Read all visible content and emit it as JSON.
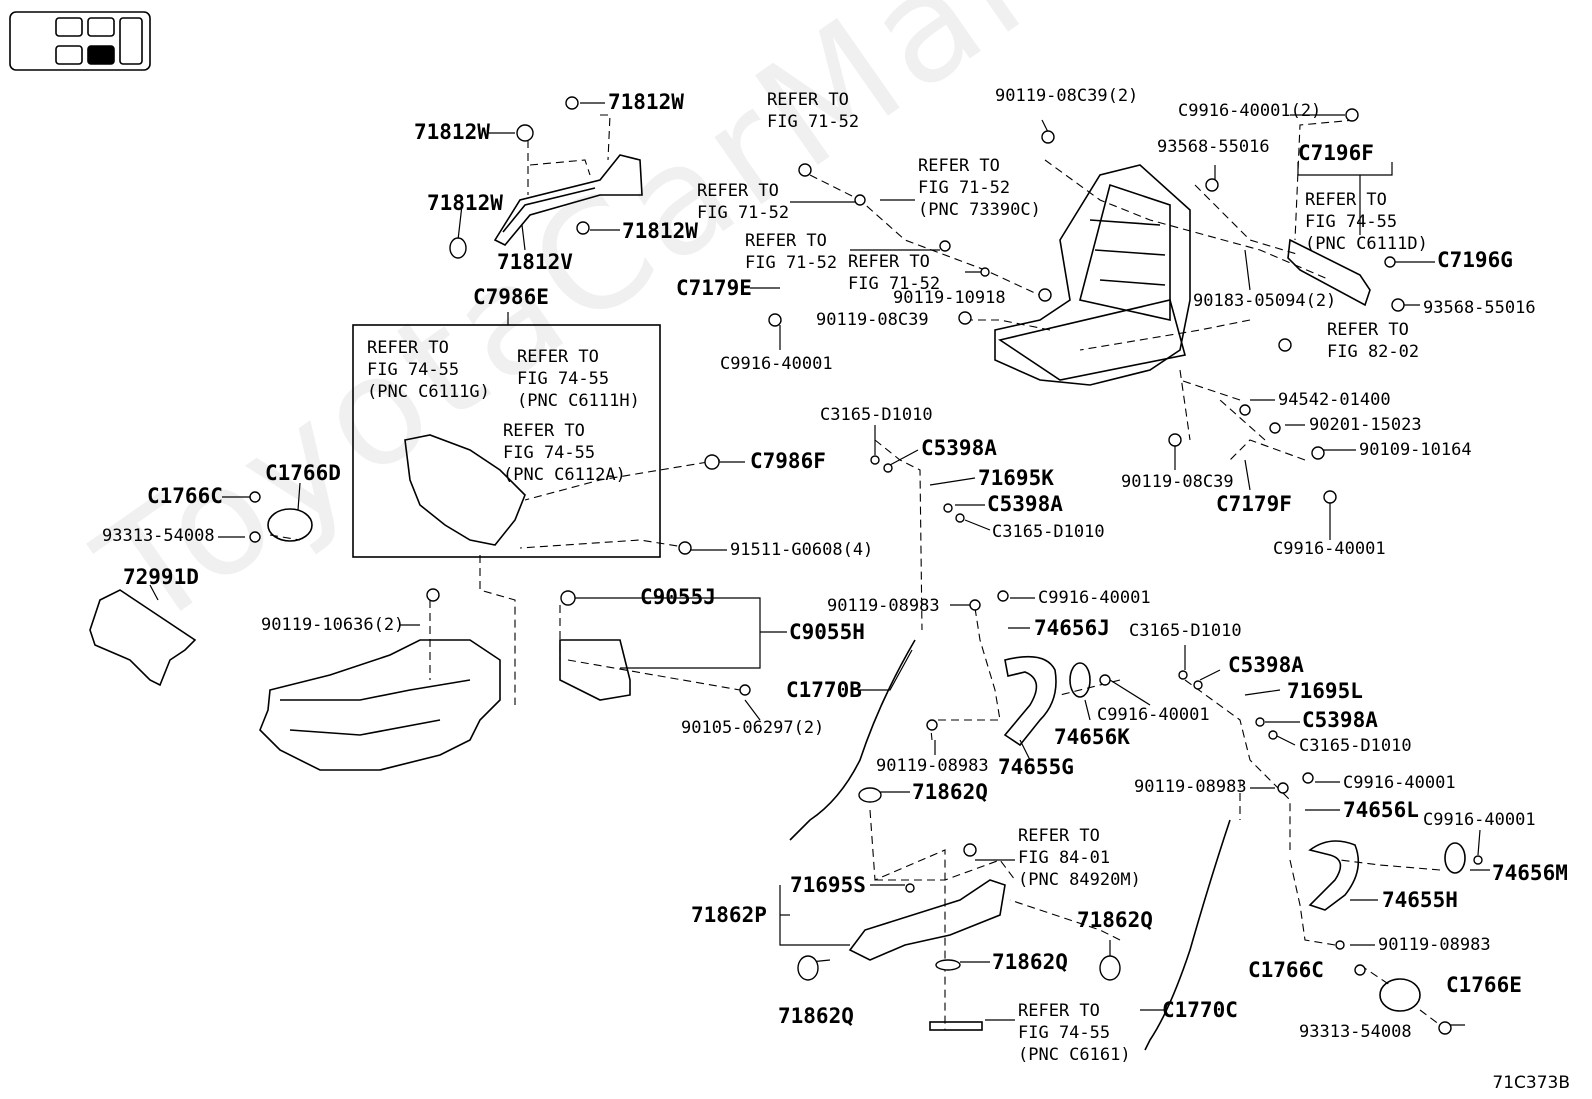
{
  "watermark": "ToyotaCarMart.ru",
  "figure_code": "71C373B",
  "labels": {
    "l71812W_a": "71812W",
    "l71812W_b": "71812W",
    "l71812W_c": "71812W",
    "l71812W_d": "71812W",
    "l71812V": "71812V",
    "lC7986E": "C7986E",
    "lC7986F": "C7986F",
    "lC1766C_a": "C1766C",
    "lC1766D": "C1766D",
    "l93313_a": "93313-54008",
    "l72991D": "72991D",
    "l91511": "91511-G0608(4)",
    "l90119_10636": "90119-10636(2)",
    "lC9055J": "C9055J",
    "lC9055H": "C9055H",
    "l90105": "90105-06297(2)",
    "lC7179E": "C7179E",
    "lC9916_a": "C9916-40001",
    "l90119_08C39_2": "90119-08C39(2)",
    "lC9916_40001_2": "C9916-40001(2)",
    "l93568_a": "93568-55016",
    "lC7196F": "C7196F",
    "lC7196G": "C7196G",
    "l93568_b": "93568-55016",
    "l90183": "90183-05094(2)",
    "l90119_10918": "90119-10918",
    "l90119_08C39_a": "90119-08C39",
    "l94542": "94542-01400",
    "l90201": "90201-15023",
    "l90109": "90109-10164",
    "l90119_08C39_b": "90119-08C39",
    "lC7179F": "C7179F",
    "lC9916_b": "C9916-40001",
    "lC3165_a": "C3165-D1010",
    "lC5398A_a": "C5398A",
    "l71695K": "71695K",
    "lC5398A_b": "C5398A",
    "lC3165_b": "C3165-D1010",
    "l90119_08983_a": "90119-08983",
    "lC9916_c": "C9916-40001",
    "l74656J": "74656J",
    "lC1770B": "C1770B",
    "lC9916_d": "C9916-40001",
    "l74656K": "74656K",
    "l90119_08983_b": "90119-08983",
    "l74655G": "74655G",
    "lC3165_c": "C3165-D1010",
    "lC5398A_c": "C5398A",
    "l71695L": "71695L",
    "lC5398A_d": "C5398A",
    "lC3165_d": "C3165-D1010",
    "l90119_08983_c": "90119-08983",
    "lC9916_e": "C9916-40001",
    "l74656L": "74656L",
    "lC9916_f": "C9916-40001",
    "l74656M": "74656M",
    "l74655H": "74655H",
    "l90119_08983_d": "90119-08983",
    "lC1766C_b": "C1766C",
    "lC1766E": "C1766E",
    "l93313_b": "93313-54008",
    "l71862Q_a": "71862Q",
    "l71695S": "71695S",
    "l71862P": "71862P",
    "l71862Q_b": "71862Q",
    "l71862Q_c": "71862Q",
    "l71862Q_d": "71862Q",
    "lC1770C": "C1770C"
  },
  "refs": {
    "r1": "REFER TO\nFIG 71-52",
    "r2": "REFER TO\nFIG 71-52",
    "r3": "REFER TO\nFIG 71-52\n(PNC 73390C)",
    "r4": "REFER TO\nFIG 71-52",
    "r5": "REFER TO\nFIG 71-52",
    "r6": "REFER TO\nFIG 74-55\n(PNC C6111D)",
    "r7": "REFER TO\nFIG 82-02",
    "r8": "REFER TO\nFIG 74-55\n(PNC C6111G)",
    "r9": "REFER TO\nFIG 74-55\n(PNC C6111H)",
    "r10": "REFER TO\nFIG 74-55\n(PNC C6112A)",
    "r11": "REFER TO\nFIG 84-01\n(PNC 84920M)",
    "r12": "REFER TO\nFIG 74-55\n(PNC C6161)"
  }
}
